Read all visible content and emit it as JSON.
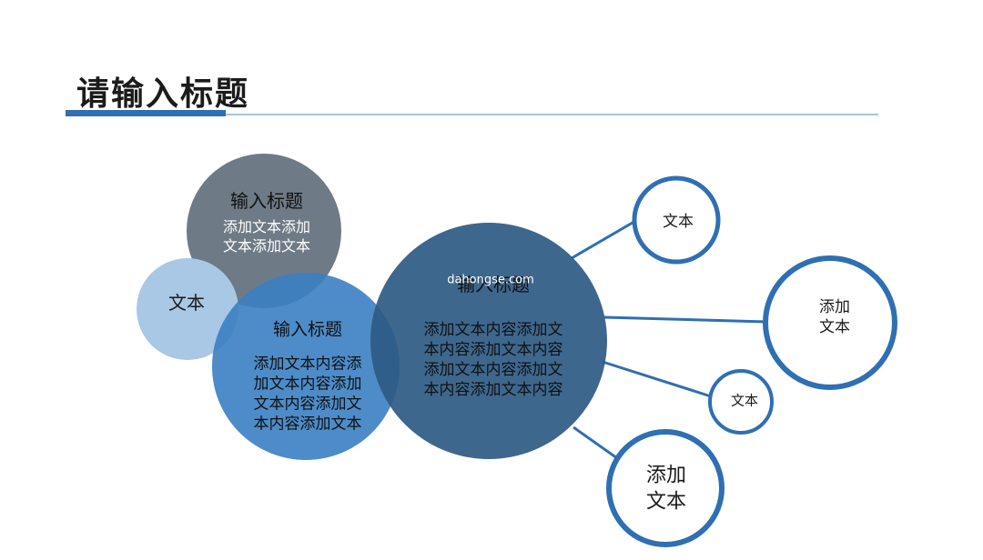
{
  "title": "请输入标题",
  "watermark": "dahongse.com",
  "circles": {
    "gray": {
      "title": "输入标题",
      "lines": [
        "添加文本添加",
        "文本添加文本"
      ]
    },
    "light": {
      "title": "文本"
    },
    "mid": {
      "title": "输入标题",
      "lines": [
        "添加文本内容添",
        "加文本内容添加",
        "文本内容添加文",
        "本内容添加文本"
      ]
    },
    "center": {
      "title": "输入标题",
      "lines": [
        "添加文本内容添加文",
        "本内容添加文本内容",
        "添加文本内容添加文",
        "本内容添加文本内容"
      ]
    }
  },
  "satellites": [
    {
      "lines": [
        "文本"
      ]
    },
    {
      "lines": [
        "添加",
        "文本"
      ]
    },
    {
      "lines": [
        "文本"
      ]
    },
    {
      "lines": [
        "添加",
        "文本"
      ]
    }
  ],
  "colors": {
    "accent": "#2f6fb3",
    "gray_circle": "#6e7a86",
    "light_circle": "#a8c8e6",
    "mid_circle": "#3a7fc2",
    "center_circle": "#3c6186",
    "satellite_stroke": "#2f6fb3"
  }
}
